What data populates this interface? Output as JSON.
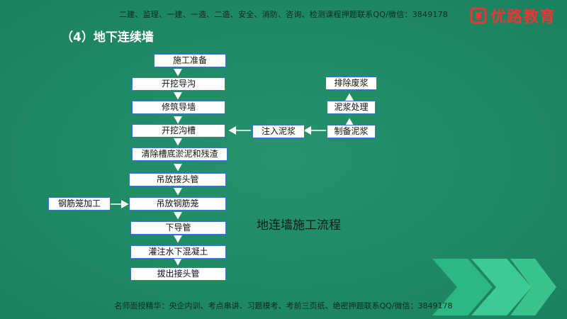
{
  "header": {
    "banner": "二建、监理、一建、一造、二造、安全、消防、咨询、检测课程押题联系QQ/微信：3849178",
    "logo_text": "优路教育"
  },
  "section_title": "（4）地下连续墙",
  "flow": {
    "main_steps": [
      "施工准备",
      "开挖导沟",
      "修筑导墙",
      "开挖沟槽",
      "清除槽底淤泥和残渣",
      "吊放接头管",
      "吊放钢筋笼",
      "下导管",
      "灌注水下混凝土",
      "拔出接头管"
    ],
    "slurry_steps": [
      "排除废浆",
      "泥浆处理",
      "制备泥浆"
    ],
    "inject": "注入泥浆",
    "cage_processing": "钢筋笼加工",
    "caption": "地连墙施工流程"
  },
  "footer": {
    "banner": "名师面授精华：央企内训、考点串讲、习题模考、考前三页纸、绝密押题联系QQ/微信：3849178"
  },
  "colors": {
    "background": "#1d8f68",
    "box_border": "#3b77c9",
    "arrow": "#ffffff",
    "logo": "#e53935"
  }
}
